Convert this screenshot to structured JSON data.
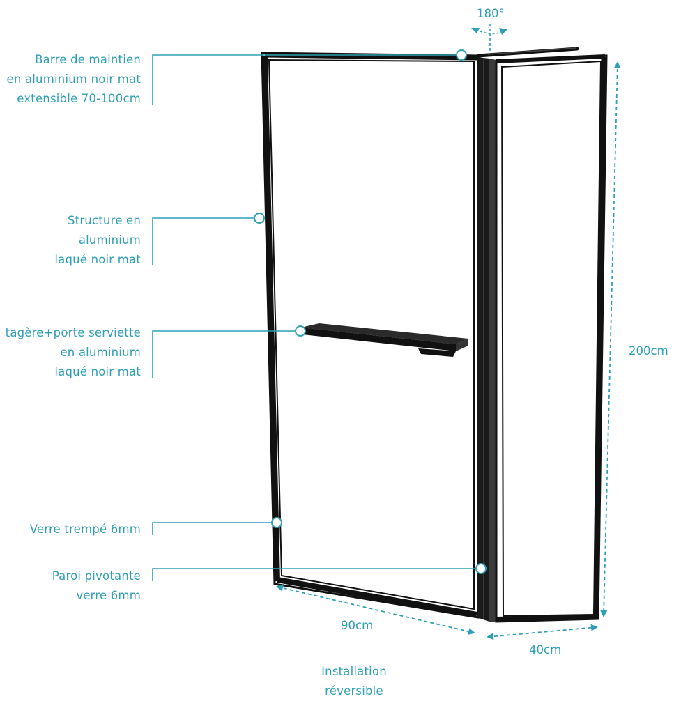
{
  "colors": {
    "accent": "#2f9fb6",
    "frame": "#111111",
    "glass": "#ffffff"
  },
  "callouts": {
    "bar": {
      "lines": [
        "Barre de maintien",
        "en aluminium noir mat",
        "extensible 70-100cm"
      ]
    },
    "structure": {
      "lines": [
        "Structure en",
        "aluminium",
        "laqué noir mat"
      ]
    },
    "shelf": {
      "lines": [
        "tagère+porte serviette",
        "en aluminium",
        "laqué noir mat"
      ]
    },
    "glass": {
      "lines": [
        "Verre trempé 6mm"
      ]
    },
    "pivot": {
      "lines": [
        "Paroi pivotante",
        "verre 6mm"
      ]
    }
  },
  "dimensions": {
    "rotation": "180°",
    "height": "200cm",
    "width_main": "90cm",
    "width_side": "40cm"
  },
  "footer": {
    "lines": [
      "Installation",
      "réversible"
    ]
  },
  "icons": [
    "rotation-arrow-icon",
    "callout-dot-icon",
    "dimension-arrow-icon"
  ]
}
